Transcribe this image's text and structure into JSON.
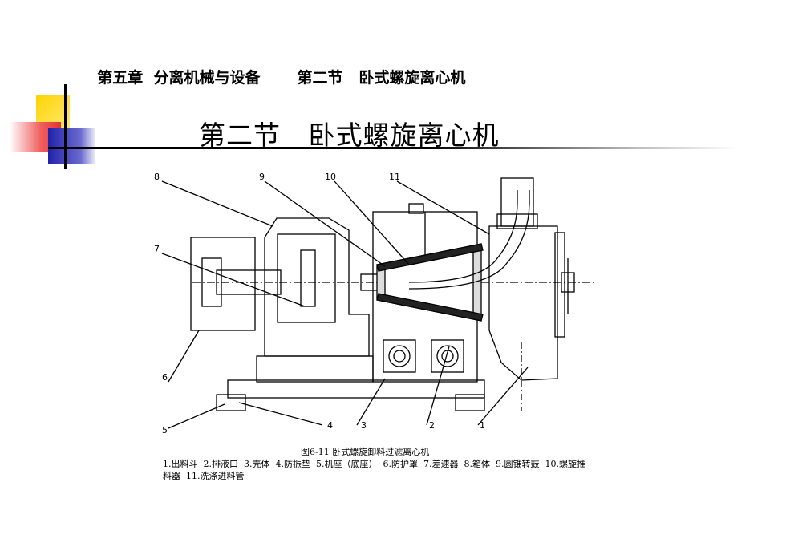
{
  "header": {
    "chapter": "第五章  分离机械与设备",
    "section": "第二节   卧式螺旋离心机"
  },
  "title": "第二节   卧式螺旋离心机",
  "figure": {
    "callouts": [
      "8",
      "9",
      "10",
      "11",
      "7",
      "6",
      "5",
      "4",
      "3",
      "2",
      "1"
    ],
    "caption": "图6-11  卧式螺旋卸料过滤离心机",
    "legend": [
      "1.出料斗",
      "2.排液口",
      "3.壳体",
      "4.防振垫",
      "5.机座（底座）",
      "6.防护罩",
      "7.差速器",
      "8.箱体",
      "9.圆锥转鼓",
      "10.螺旋推料器",
      "11.洗涤进料管"
    ]
  },
  "colors": {
    "deco_yellow": "#ffd400",
    "deco_red": "#f03030",
    "deco_blue": "#2a2ab8"
  }
}
